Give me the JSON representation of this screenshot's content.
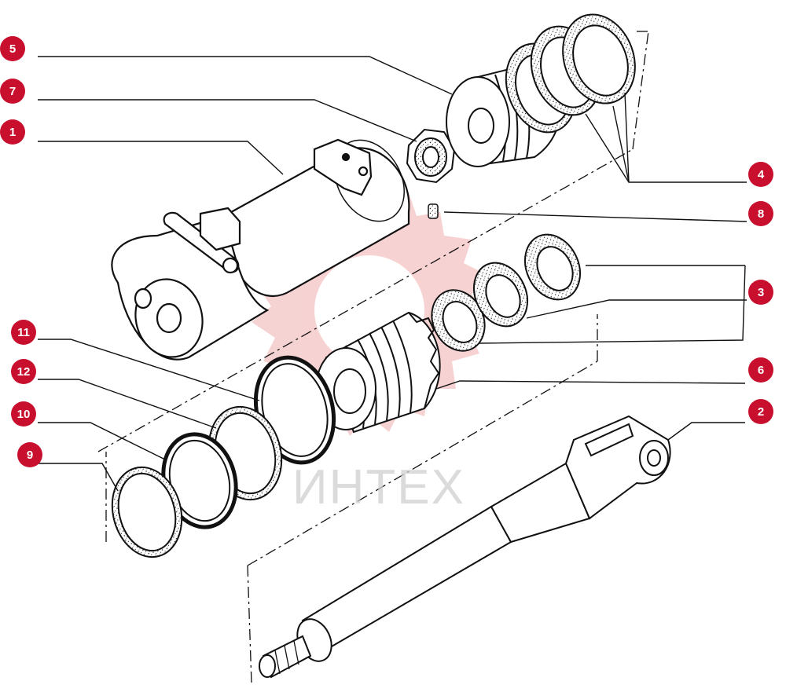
{
  "diagram": {
    "watermark": "ИНТЕХ",
    "callouts": [
      {
        "id": "c5",
        "label": "5",
        "part": "piston-head"
      },
      {
        "id": "c7",
        "label": "7",
        "part": "nut"
      },
      {
        "id": "c1",
        "label": "1",
        "part": "cylinder-body"
      },
      {
        "id": "c4",
        "label": "4",
        "part": "piston-seal-set"
      },
      {
        "id": "c8",
        "label": "8",
        "part": "set-screw"
      },
      {
        "id": "c3",
        "label": "3",
        "part": "rod-seal-set"
      },
      {
        "id": "c6",
        "label": "6",
        "part": "gland"
      },
      {
        "id": "c2",
        "label": "2",
        "part": "piston-rod"
      },
      {
        "id": "c11",
        "label": "11",
        "part": "o-ring"
      },
      {
        "id": "c12",
        "label": "12",
        "part": "backup-ring"
      },
      {
        "id": "c10",
        "label": "10",
        "part": "o-ring"
      },
      {
        "id": "c9",
        "label": "9",
        "part": "backup-ring"
      }
    ],
    "colors": {
      "badge": "#c8102e",
      "line": "#111111",
      "watermark": "#e8a0a0"
    }
  }
}
